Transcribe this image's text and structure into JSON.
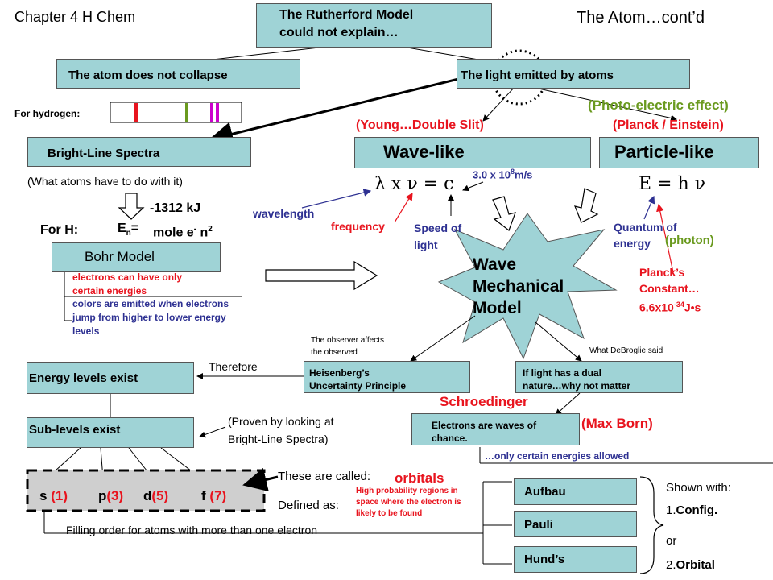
{
  "header": {
    "left_title": "Chapter 4 H Chem",
    "right_title": "The Atom…cont’d",
    "top_box_line1": "The Rutherford Model",
    "top_box_line2": "could not explain…"
  },
  "row2": {
    "not_collapse": "The atom does not collapse",
    "light_emitted": "The light emitted by atoms"
  },
  "hydrogen": {
    "label": "For hydrogen:",
    "spectrum_lines": [
      "#e8141e",
      "#6a9a1f",
      "#cc00cc",
      "#cc00cc"
    ]
  },
  "spectra": {
    "box": "Bright-Line Spectra",
    "note": "(What atoms have to do with it)"
  },
  "wave": {
    "young": "(Young…Double Slit)",
    "box": "Wave-like",
    "equation": "λ x ν = c",
    "speed_value": "3.0 x 10",
    "speed_exp": "8",
    "speed_unit": "m/s",
    "wavelength": "wavelength",
    "frequency": "frequency",
    "speed_line1": "Speed of",
    "speed_line2": "light"
  },
  "particle": {
    "photo": "(Photo-electric effect)",
    "planck_einstein": "(Planck / Einstein)",
    "box": "Particle-like",
    "equation": "E = h ν",
    "quantum_line1": "Quantum of",
    "quantum_line2": "energy",
    "photon": "(photon)",
    "planck_line1": "Planck’s",
    "planck_line2": "Constant…",
    "planck_value": "6.6x10",
    "planck_exp": "-34",
    "planck_unit": "J•s"
  },
  "bohr": {
    "numerator": "-1312 kJ",
    "for_h": "For H:",
    "en_base": "E",
    "en_sub": "n",
    "en_eq": "=",
    "denominator_mole": "mole e",
    "denominator_minus": "-",
    "denominator_n": " n",
    "denominator_exp": "2",
    "box": "Bohr Model",
    "energies_line1": "electrons can have only",
    "energies_line2": "certain energies",
    "colors_line1": "colors are emitted when electrons",
    "colors_line2": "jump from higher to lower energy",
    "colors_line3": "levels"
  },
  "wmm": {
    "line1": "Wave",
    "line2": "Mechanical",
    "line3": "Model"
  },
  "lower": {
    "observer_line1": "The observer affects",
    "observer_line2": "the observed",
    "debroglie_said": "What DeBroglie said",
    "heisenberg_line1": "Heisenberg’s",
    "heisenberg_line2": "Uncertainty Principle",
    "dual_line1": "If light has a dual",
    "dual_line2": "nature…why not matter",
    "therefore": "Therefore",
    "energy_levels": "Energy levels exist",
    "sub_levels": "Sub-levels exist",
    "proven_line1": "(Proven by looking at",
    "proven_line2": "Bright-Line Spectra)",
    "schroedinger": "Schroedinger",
    "electrons_waves_line1": "Electrons are waves of",
    "electrons_waves_line2": "chance.",
    "max_born": "(Max Born)",
    "only_certain": "…only certain energies allowed"
  },
  "sublevels": [
    {
      "letter": "s",
      "count": "(1)"
    },
    {
      "letter": "p",
      "count": "(3)"
    },
    {
      "letter": "d",
      "count": "(5)"
    },
    {
      "letter": "f",
      "count": "(7)"
    }
  ],
  "orbitals": {
    "called": "These are called:",
    "word": "orbitals",
    "defined": "Defined as:",
    "def_line1": "High probability regions in",
    "def_line2": "space where the electron is",
    "def_line3": "likely to be found",
    "filling": "Filling order for atoms with more than one electron"
  },
  "rules": {
    "aufbau": "Aufbau",
    "pauli": "Pauli",
    "hunds": "Hund’s"
  },
  "shown": {
    "label": "Shown with:",
    "n1": "1.",
    "config": "Config.",
    "or": "or",
    "n2": "2.",
    "orbital": "Orbital"
  }
}
